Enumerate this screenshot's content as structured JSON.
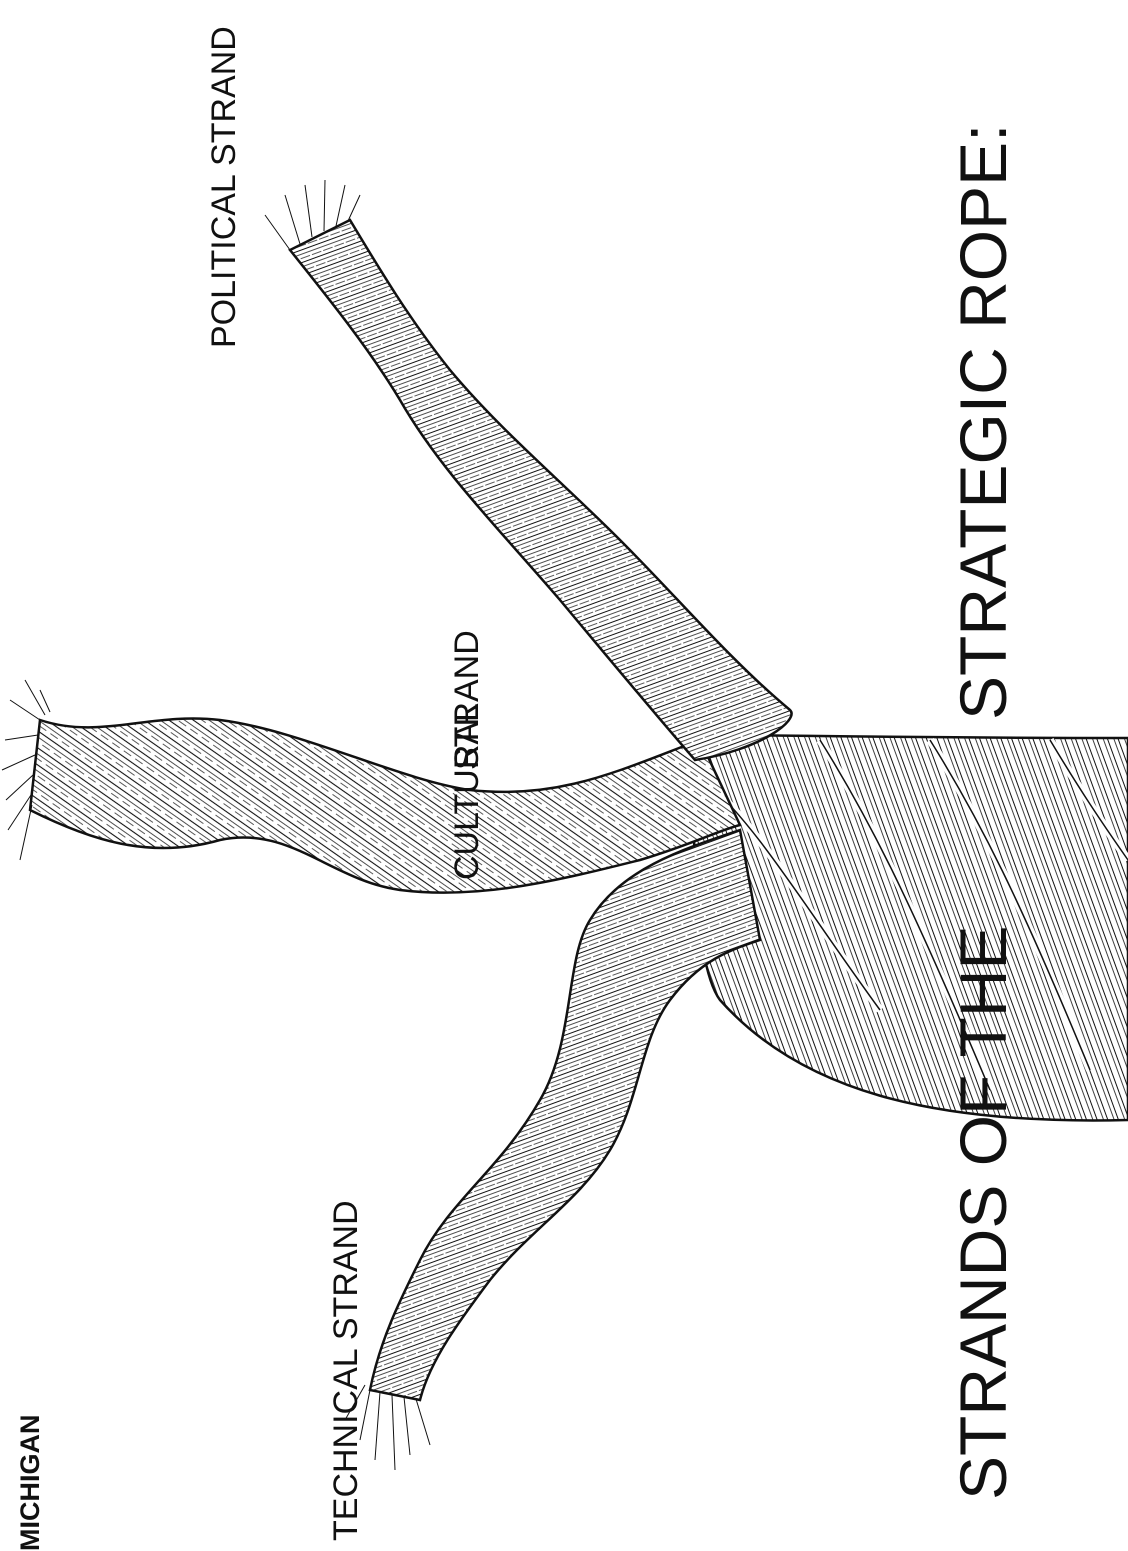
{
  "labels": {
    "michigan": "MICHIGAN",
    "technical": "TECHNICAL STRAND",
    "cultural": "CULTURAL",
    "cultural_strand_word": "STRAND",
    "political": "POLITICAL STRAND"
  },
  "title": {
    "part1": "STRANDS OF THE",
    "part2": "STRATEGIC ROPE:"
  },
  "colors": {
    "ink": "#111111",
    "paper": "#ffffff"
  }
}
